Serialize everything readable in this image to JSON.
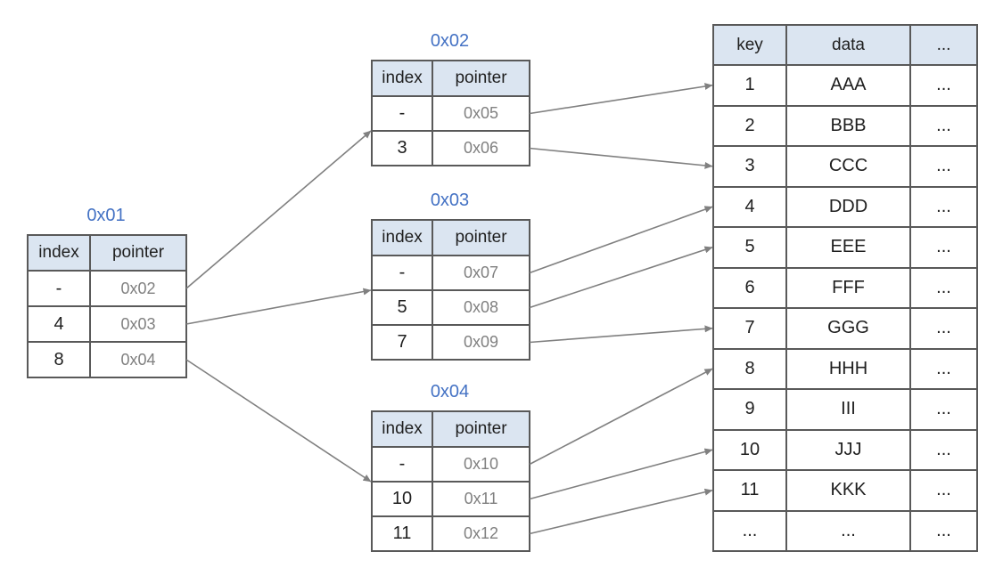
{
  "colors": {
    "background": "#ffffff",
    "title_blue": "#4472c4",
    "header_fill": "#dbe5f1",
    "border": "#595959",
    "text_black": "#1f1f1f",
    "pointer_gray": "#808080",
    "arrow_gray": "#808080"
  },
  "tables": {
    "t01": {
      "title": "0x01",
      "headers": {
        "index": "index",
        "pointer": "pointer"
      },
      "rows": [
        [
          "-",
          "0x02"
        ],
        [
          "4",
          "0x03"
        ],
        [
          "8",
          "0x04"
        ]
      ]
    },
    "t02": {
      "title": "0x02",
      "headers": {
        "index": "index",
        "pointer": "pointer"
      },
      "rows": [
        [
          "-",
          "0x05"
        ],
        [
          "3",
          "0x06"
        ]
      ]
    },
    "t03": {
      "title": "0x03",
      "headers": {
        "index": "index",
        "pointer": "pointer"
      },
      "rows": [
        [
          "-",
          "0x07"
        ],
        [
          "5",
          "0x08"
        ],
        [
          "7",
          "0x09"
        ]
      ]
    },
    "t04": {
      "title": "0x04",
      "headers": {
        "index": "index",
        "pointer": "pointer"
      },
      "rows": [
        [
          "-",
          "0x10"
        ],
        [
          "10",
          "0x11"
        ],
        [
          "11",
          "0x12"
        ]
      ]
    },
    "leaf": {
      "headers": {
        "key": "key",
        "data": "data",
        "more": "..."
      },
      "rows": [
        [
          "1",
          "AAA",
          "..."
        ],
        [
          "2",
          "BBB",
          "..."
        ],
        [
          "3",
          "CCC",
          "..."
        ],
        [
          "4",
          "DDD",
          "..."
        ],
        [
          "5",
          "EEE",
          "..."
        ],
        [
          "6",
          "FFF",
          "..."
        ],
        [
          "7",
          "GGG",
          "..."
        ],
        [
          "8",
          "HHH",
          "..."
        ],
        [
          "9",
          "III",
          "..."
        ],
        [
          "10",
          "JJJ",
          "..."
        ],
        [
          "11",
          "KKK",
          "..."
        ],
        [
          "...",
          "...",
          "..."
        ]
      ]
    }
  },
  "arrows": [
    {
      "from": "r-t01-0",
      "to": "r-t02-1",
      "anchor": "tl"
    },
    {
      "from": "r-t01-1",
      "to": "r-t03-1",
      "anchor": "tl"
    },
    {
      "from": "r-t01-2",
      "to": "r-t04-1",
      "anchor": "tl"
    },
    {
      "from": "r-t02-0",
      "to": "r-leaf-0",
      "anchor": "lc"
    },
    {
      "from": "r-t02-1",
      "to": "r-leaf-2",
      "anchor": "lc"
    },
    {
      "from": "r-t03-0",
      "to": "r-leaf-3",
      "anchor": "lc"
    },
    {
      "from": "r-t03-1",
      "to": "r-leaf-4",
      "anchor": "lc"
    },
    {
      "from": "r-t03-2",
      "to": "r-leaf-6",
      "anchor": "lc"
    },
    {
      "from": "r-t04-0",
      "to": "r-leaf-7",
      "anchor": "lc"
    },
    {
      "from": "r-t04-1",
      "to": "r-leaf-9",
      "anchor": "lc"
    },
    {
      "from": "r-t04-2",
      "to": "r-leaf-10",
      "anchor": "lc"
    }
  ]
}
